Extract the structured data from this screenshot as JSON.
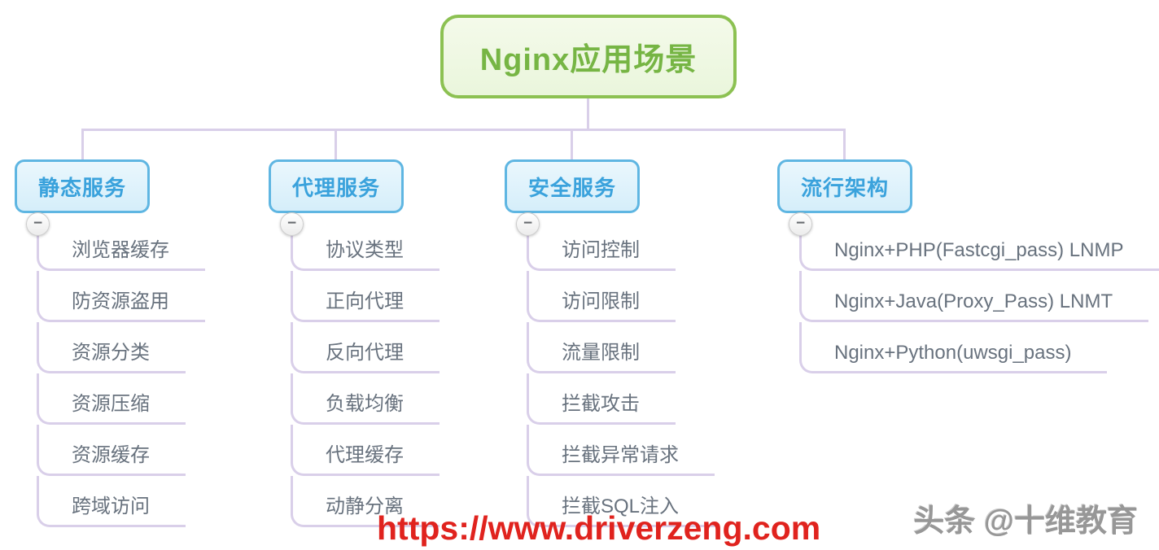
{
  "root": {
    "label": "Nginx应用场景"
  },
  "branches": [
    {
      "label": "静态服务",
      "children": [
        "浏览器缓存",
        "防资源盗用",
        "资源分类",
        "资源压缩",
        "资源缓存",
        "跨域访问"
      ]
    },
    {
      "label": "代理服务",
      "children": [
        "协议类型",
        "正向代理",
        "反向代理",
        "负载均衡",
        "代理缓存",
        "动静分离"
      ]
    },
    {
      "label": "安全服务",
      "children": [
        "访问控制",
        "访问限制",
        "流量限制",
        "拦截攻击",
        "拦截异常请求",
        "拦截SQL注入"
      ]
    },
    {
      "label": "流行架构",
      "children": [
        "Nginx+PHP(Fastcgi_pass) LNMP",
        "Nginx+Java(Proxy_Pass) LNMT",
        "Nginx+Python(uwsgi_pass)"
      ]
    }
  ],
  "icons": {
    "collapse": {
      "name": "minus-icon",
      "glyph": "−"
    }
  },
  "watermark": {
    "url_text": "https://www.driverzeng.com",
    "credit_text": "头条 @十维教育"
  },
  "colors": {
    "root_border": "#8cc152",
    "root_bg": "#f0f8e6",
    "root_text": "#76b544",
    "branch_border": "#5fb6e2",
    "branch_bg": "#ddf1fb",
    "branch_text": "#3aa2dc",
    "connector": "#d9cfe9",
    "leaf_text": "#68727e",
    "watermark_red": "#e0231e",
    "credit_gray": "#979797"
  }
}
